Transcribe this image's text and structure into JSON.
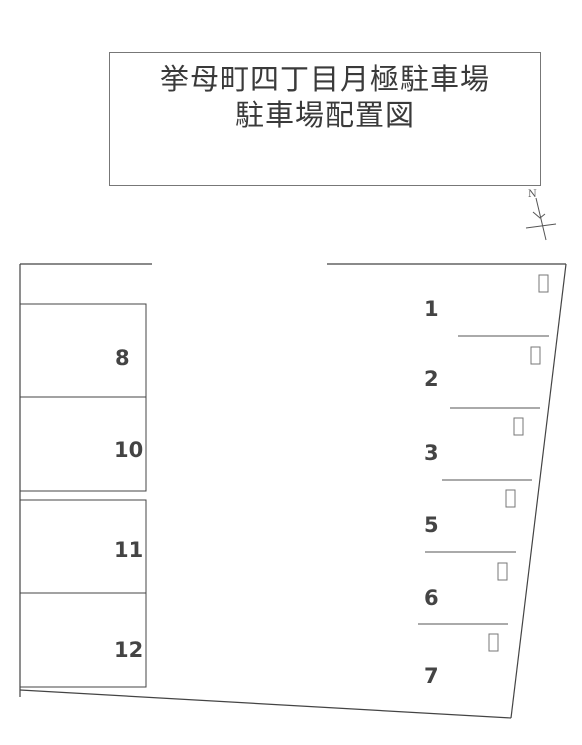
{
  "title": {
    "line1": "挙母町四丁目月極駐車場",
    "line2": "駐車場配置図"
  },
  "compass": {
    "label": "N"
  },
  "left_spaces": [
    {
      "number": "8"
    },
    {
      "number": "10"
    },
    {
      "number": "11"
    },
    {
      "number": "12"
    }
  ],
  "right_spaces": [
    {
      "number": "1"
    },
    {
      "number": "2"
    },
    {
      "number": "3"
    },
    {
      "number": "5"
    },
    {
      "number": "6"
    },
    {
      "number": "7"
    }
  ]
}
